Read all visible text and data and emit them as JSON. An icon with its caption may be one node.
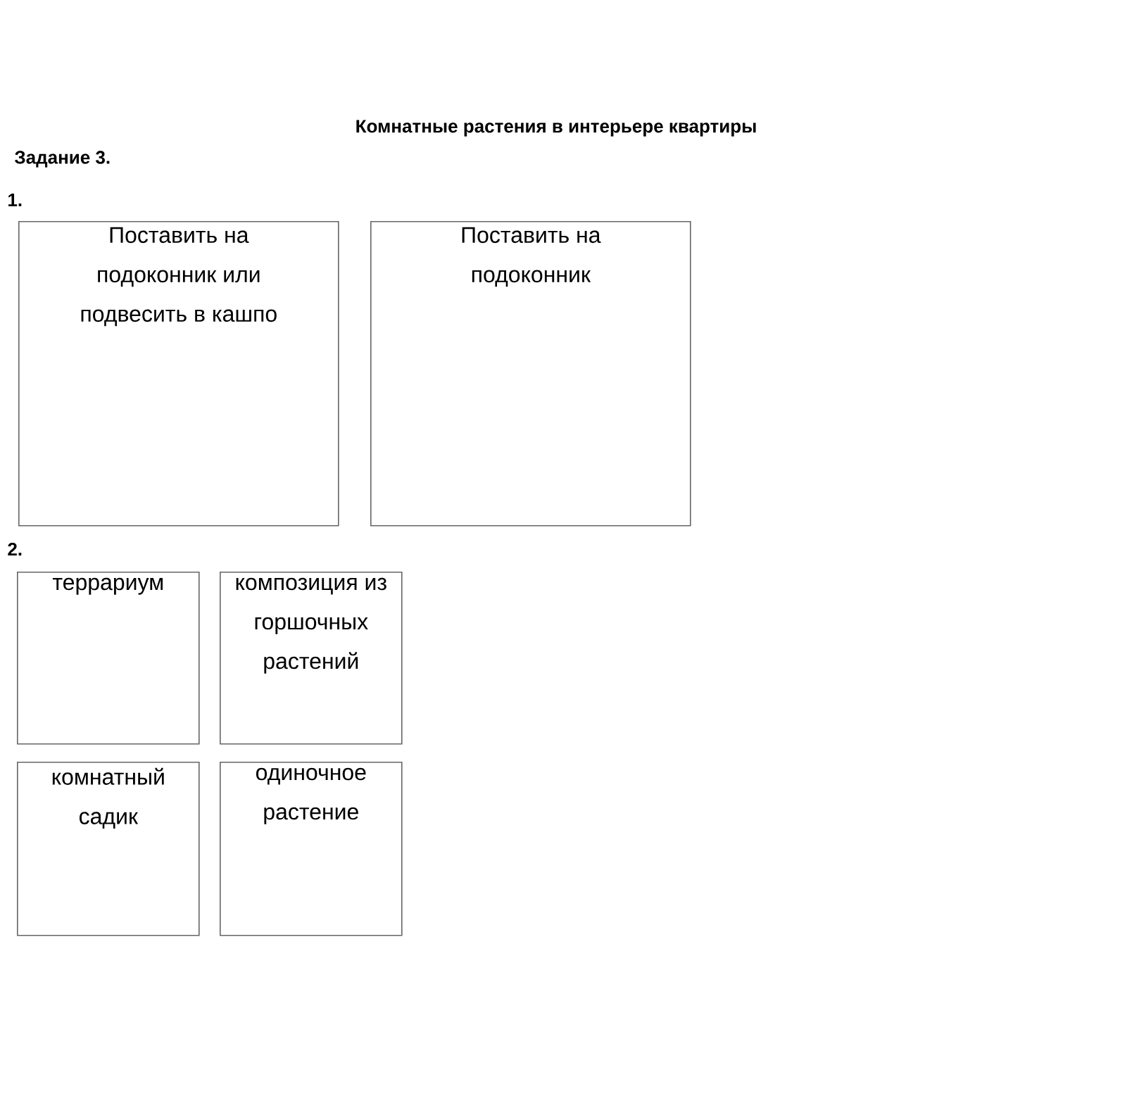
{
  "diagram": {
    "title": "Комнатные растения в интерьере квартиры",
    "nodes": [
      {
        "text": [
          "Поставить на подоконник или подвесить в кашпо"
        ]
      },
      {
        "text": [
          "Поставить на подоконник"
        ]
      },
      {
        "text": [
          "террариум"
        ]
      },
      {
        "text": [
          "композиция из горшочных растений"
        ]
      },
      {
        "text": [
          "комнатный садик"
        ]
      },
      {
        "text": [
          "одиночное растение"
        ]
      }
    ],
    "labels": [
      "Задание 3.",
      "1.",
      "2."
    ]
  }
}
